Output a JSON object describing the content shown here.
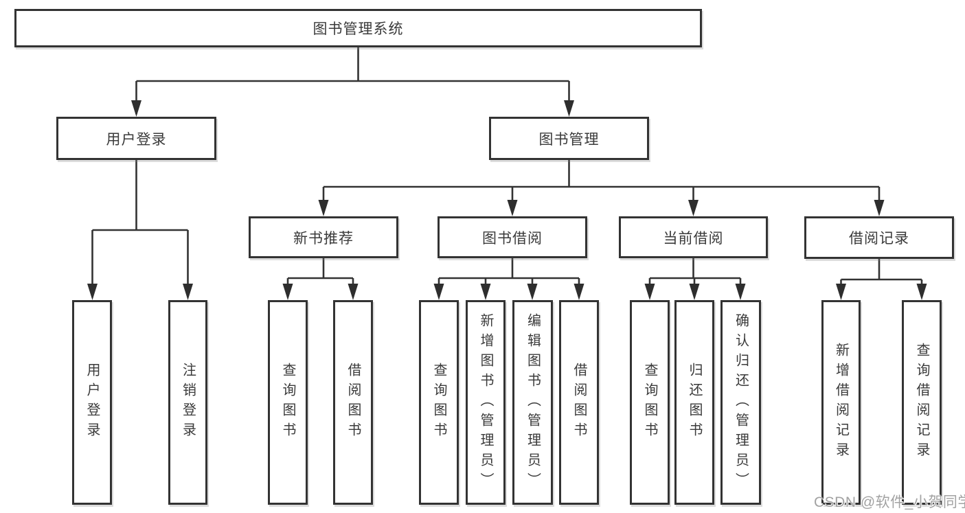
{
  "diagram": {
    "title": "图书管理系统",
    "nodes": {
      "root": "图书管理系统",
      "user_login": "用户登录",
      "book_mgmt": "图书管理",
      "new_book_rec": "新书推荐",
      "book_borrow": "图书借阅",
      "current_borrow": "当前借阅",
      "borrow_records": "借阅记录"
    },
    "leaves": {
      "user_login": "用户登录",
      "logout": "注销登录",
      "rec_query": "查询图书",
      "rec_borrow": "借阅图书",
      "bb_query": "查询图书",
      "bb_add": "新增图书（管理员）",
      "bb_edit": "编辑图书（管理员）",
      "bb_borrow": "借阅图书",
      "cb_query": "查询图书",
      "cb_return": "归还图书",
      "cb_confirm": "确认归还（管理员）",
      "br_add": "新增借阅记录",
      "br_query": "查询借阅记录"
    },
    "watermark": "CSDN @软件_小贺同学",
    "colors": {
      "line": "#333333",
      "text": "#3a3a3a",
      "background": "#ffffff",
      "watermark": "#a2a2a2"
    }
  }
}
